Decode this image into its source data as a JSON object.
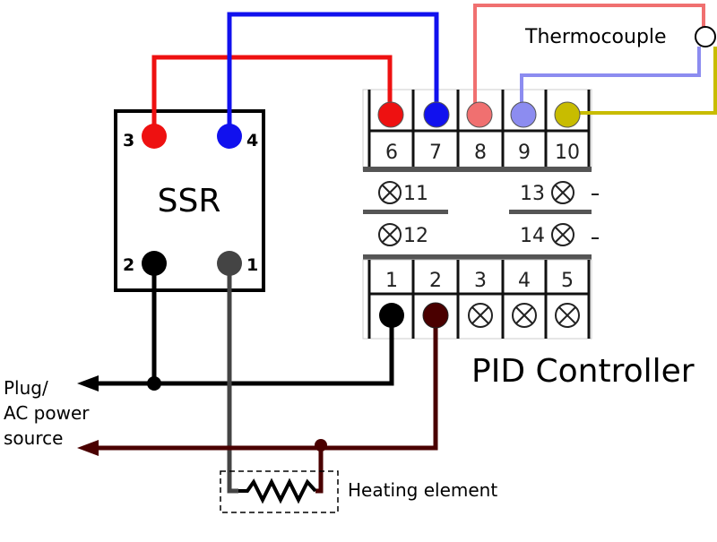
{
  "ssr": {
    "label": "SSR",
    "pins": {
      "p3": "3",
      "p4": "4",
      "p2": "2",
      "p1": "1"
    }
  },
  "pid": {
    "title": "PID Controller",
    "top_terminals": [
      "6",
      "7",
      "8",
      "9",
      "10"
    ],
    "middle_terminals": [
      "11",
      "12",
      "13",
      "14"
    ],
    "bottom_terminals": [
      "1",
      "2",
      "3",
      "4",
      "5"
    ]
  },
  "labels": {
    "thermocouple": "Thermocouple",
    "power_line1": "Plug/",
    "power_line2": "AC power",
    "power_line3": "source",
    "heater": "Heating element"
  },
  "colors": {
    "red": "#ee1111",
    "blue": "#1111ee",
    "salmon": "#f07070",
    "lavender": "#8c8cf0",
    "olive": "#c8bc00",
    "black": "#000000",
    "gray": "#444444",
    "maroon": "#4a0000"
  }
}
